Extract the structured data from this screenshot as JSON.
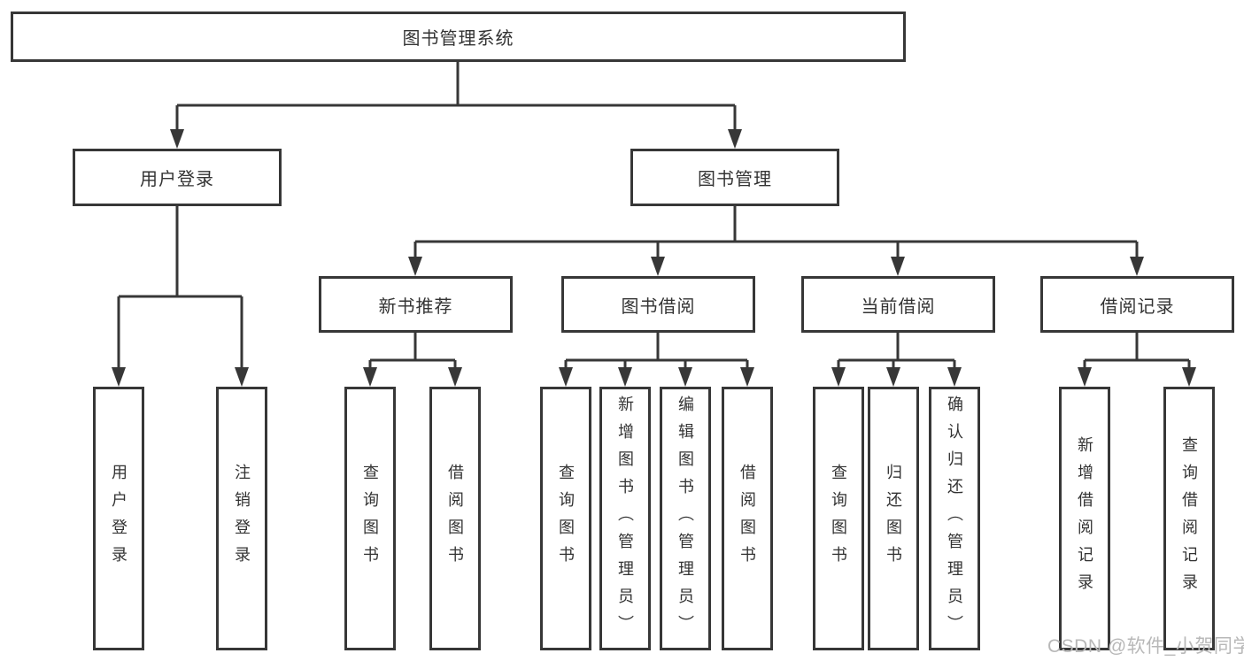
{
  "diagram": {
    "title": "图书管理系统",
    "line_color": "#373737",
    "box_background": "#ffffff",
    "text_color": "#333333"
  },
  "root": {
    "label": "图书管理系统"
  },
  "level2": [
    {
      "label": "用户登录"
    },
    {
      "label": "图书管理"
    }
  ],
  "level3": [
    {
      "label": "新书推荐"
    },
    {
      "label": "图书借阅"
    },
    {
      "label": "当前借阅"
    },
    {
      "label": "借阅记录"
    }
  ],
  "leaves": {
    "user_login": [
      {
        "label": "用户登录"
      },
      {
        "label": "注销登录"
      }
    ],
    "new_book": [
      {
        "label": "查询图书"
      },
      {
        "label": "借阅图书"
      }
    ],
    "book_borrow": [
      {
        "label": "查询图书"
      },
      {
        "label": "新增图书（管理员）"
      },
      {
        "label": "编辑图书（管理员）"
      },
      {
        "label": "借阅图书"
      }
    ],
    "current_borrow": [
      {
        "label": "查询图书"
      },
      {
        "label": "归还图书"
      },
      {
        "label": "确认归还（管理员）"
      }
    ],
    "borrow_records": [
      {
        "label": "新增借阅记录"
      },
      {
        "label": "查询借阅记录"
      }
    ]
  },
  "watermark": {
    "text": "CSDN @软件_小贺同学",
    "color": "#b8b8b8"
  }
}
